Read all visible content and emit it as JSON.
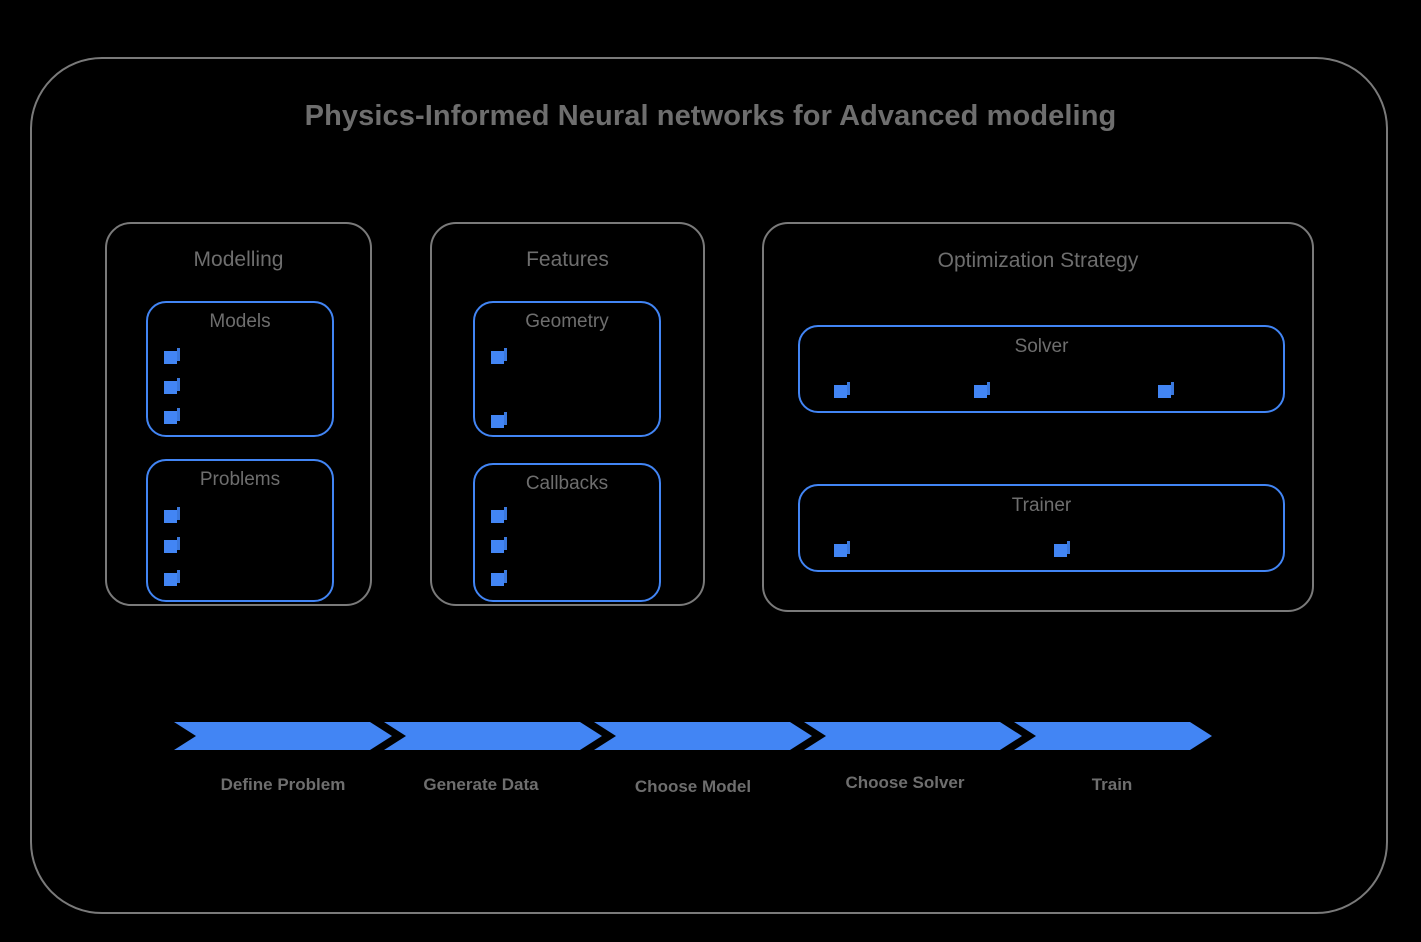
{
  "diagram": {
    "title": "Physics-Informed Neural networks for Advanced modeling",
    "accent_color": "#4285f4",
    "frame_color": "#7a7a7a",
    "text_color": "#6e6e6e",
    "background_color": "#000000"
  },
  "groups": [
    {
      "id": "modelling",
      "title": "Modelling",
      "boxes": [
        {
          "id": "models",
          "title": "Models",
          "marker_count": 3
        },
        {
          "id": "problems",
          "title": "Problems",
          "marker_count": 3
        }
      ]
    },
    {
      "id": "features",
      "title": "Features",
      "boxes": [
        {
          "id": "geometry",
          "title": "Geometry",
          "marker_count": 2
        },
        {
          "id": "callbacks",
          "title": "Callbacks",
          "marker_count": 3
        }
      ]
    },
    {
      "id": "optimization",
      "title": "Optimization Strategy",
      "boxes": [
        {
          "id": "solver",
          "title": "Solver",
          "marker_count": 3
        },
        {
          "id": "trainer",
          "title": "Trainer",
          "marker_count": 2
        }
      ]
    }
  ],
  "pipeline": {
    "steps": [
      {
        "label": "Define Problem"
      },
      {
        "label": "Generate Data"
      },
      {
        "label": "Choose Model"
      },
      {
        "label": "Choose Solver"
      },
      {
        "label": "Train"
      }
    ]
  }
}
